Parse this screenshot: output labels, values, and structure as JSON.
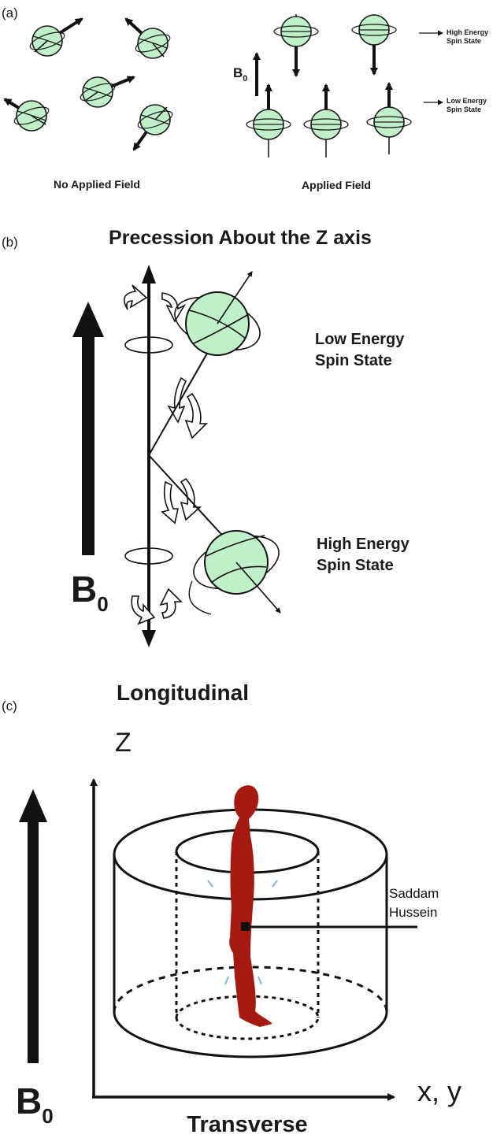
{
  "panel_a": {
    "letter": "(a)",
    "left_caption": "No Applied Field",
    "right_caption": "Applied Field",
    "field_symbol": "B",
    "field_subscript": "0",
    "high_label_line1": "High Energy",
    "high_label_line2": "Spin State",
    "low_label_line1": "Low Energy",
    "low_label_line2": "Spin State"
  },
  "panel_b": {
    "letter": "(b)",
    "title": "Precession About the Z axis",
    "low_label_line1": "Low Energy",
    "low_label_line2": "Spin State",
    "high_label_line1": "High Energy",
    "high_label_line2": "Spin State",
    "field_symbol": "B",
    "field_subscript": "0"
  },
  "panel_c": {
    "letter": "(c)",
    "title": "Longitudinal",
    "z_label": "Z",
    "xy_label": "x, y",
    "bottom_label": "Transverse",
    "annotation_line1": "Saddam",
    "annotation_line2": "Hussein",
    "field_symbol": "B",
    "field_subscript": "0"
  },
  "colors": {
    "sphere_fill": "#bff0c9",
    "figure_fill": "#a51a10",
    "ink": "#1a1a1a",
    "accent_blue": "#7ab8e0"
  }
}
